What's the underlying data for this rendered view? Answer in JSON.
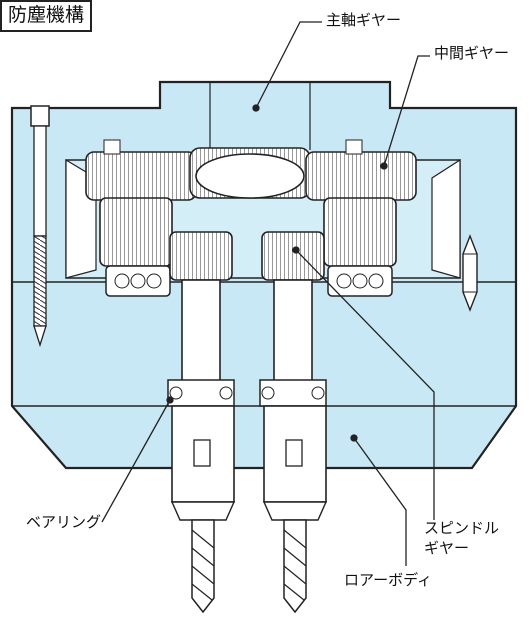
{
  "title": "防塵機構",
  "labels": {
    "main_shaft_gear": "主軸ギヤー",
    "intermediate_gear": "中間ギヤー",
    "bearing": "ベアリング",
    "spindle_gear_line1": "スピンドル",
    "spindle_gear_line2": "ギヤー",
    "lower_body": "ロアーボディ"
  },
  "colors": {
    "body_fill": "#c9e8f5",
    "outline": "#222222",
    "metal": "#ffffff",
    "shade": "#d8d8d8"
  }
}
